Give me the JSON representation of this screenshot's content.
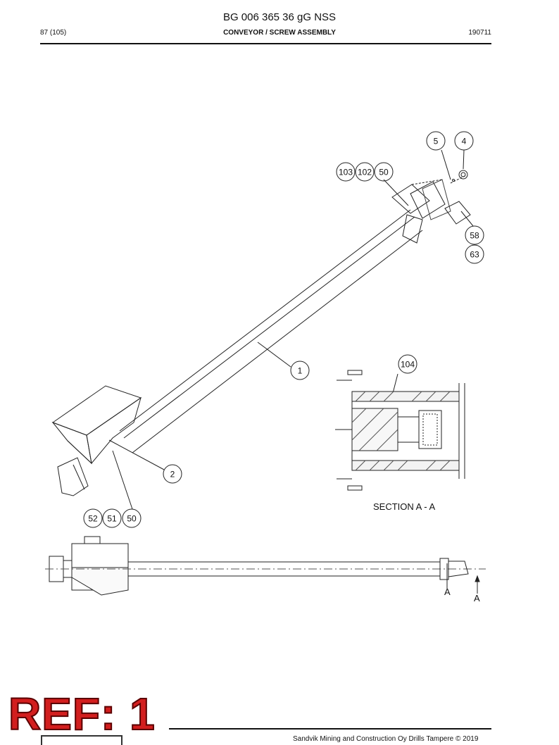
{
  "header": {
    "document_number": "BG 006 365 36 gG NSS",
    "page": "87 (105)",
    "section": "CONVEYOR / SCREW ASSEMBLY",
    "date_code": "190711"
  },
  "callouts": {
    "c5": "5",
    "c4": "4",
    "c103": "103",
    "c102": "102",
    "c50_top": "50",
    "c58": "58",
    "c63": "63",
    "c1": "1",
    "c104": "104",
    "c2": "2",
    "c52": "52",
    "c51": "51",
    "c50_bottom": "50"
  },
  "section_view": {
    "label": "SECTION A - A",
    "cut_mark_1": "A",
    "cut_mark_2": "A"
  },
  "stamp": {
    "text": "REF: 1",
    "color": "#d21e1e"
  },
  "footer": {
    "copyright": "Sandvik Mining and Construction Oy Drills Tampere © 2019"
  }
}
